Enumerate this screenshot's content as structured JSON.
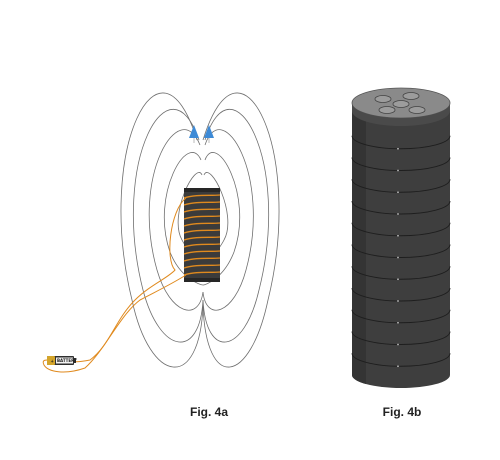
{
  "figures": [
    {
      "caption": "Fig. 4a"
    },
    {
      "caption": "Fig. 4b"
    }
  ],
  "battery": {
    "label": "BATTERY",
    "plus_sign": "+"
  },
  "colors": {
    "field_lines": "#6f6f6f",
    "arrow": "#3d8ad6",
    "wire": "#e08a1e",
    "core": "#3b3b3b",
    "stack_side": "#3e3e3e",
    "stack_top": "#8a8a8a",
    "background": "#ffffff"
  },
  "stack": {
    "disk_count": 12,
    "top_hole_count": 5
  }
}
